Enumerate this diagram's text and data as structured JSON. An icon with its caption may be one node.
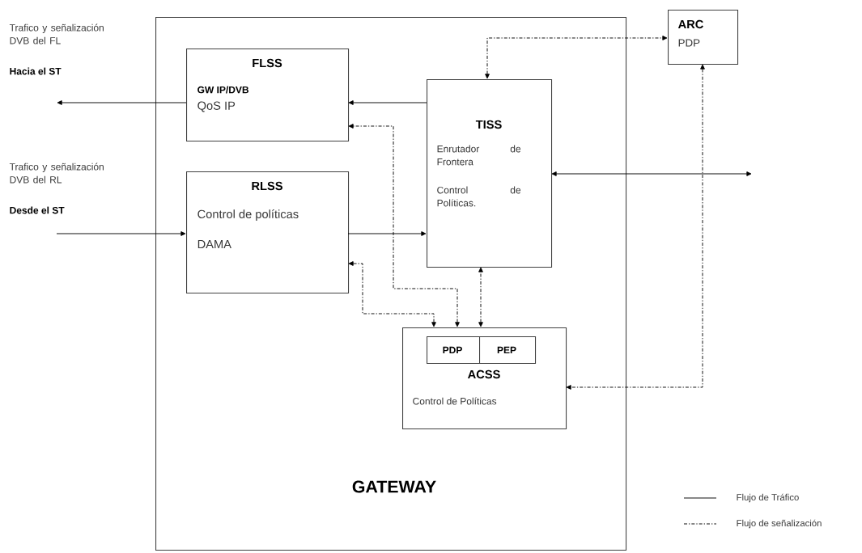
{
  "diagram": {
    "nodes": [
      {
        "text": [
          "GATEWAY"
        ]
      },
      {
        "text": [
          "FLSS",
          "GW IP/DVB",
          "QoS IP"
        ],
        "in": 0
      },
      {
        "text": [
          "RLSS",
          "Control de políticas",
          "DAMA"
        ],
        "in": 0
      },
      {
        "text": [
          "TISS",
          "Enrutador de Frontera",
          "Control de Políticas."
        ],
        "in": 0
      },
      {
        "text": [
          "ACSS",
          "Control de Políticas"
        ],
        "in": 0
      },
      {
        "text": [
          "PDP"
        ],
        "in": 4
      },
      {
        "text": [
          "PEP"
        ],
        "in": 4
      },
      {
        "text": [
          "ARC",
          "PDP"
        ]
      }
    ],
    "edges": [
      {
        "from": 1,
        "to": null,
        "arrow": "to"
      },
      {
        "from": 3,
        "to": 1,
        "arrow": "to"
      },
      {
        "from": null,
        "to": 2,
        "arrow": "to"
      },
      {
        "from": 2,
        "to": 3,
        "arrow": "to"
      },
      {
        "from": 3,
        "to": null,
        "arrow": "both"
      },
      {
        "from": 3,
        "to": 7,
        "arrow": "both",
        "style": "dashed"
      },
      {
        "from": 4,
        "to": 1,
        "arrow": "both",
        "style": "dashed"
      },
      {
        "from": 4,
        "to": 2,
        "arrow": "both",
        "style": "dashed"
      },
      {
        "from": 4,
        "to": 3,
        "arrow": "both",
        "style": "dashed"
      },
      {
        "from": 7,
        "to": 4,
        "arrow": "both",
        "style": "dashed"
      }
    ],
    "labels": [
      "Trafico y señalización DVB del FL",
      "Hacia el ST",
      "Trafico y señalización DVB del RL",
      "Desde el ST"
    ],
    "legend": [
      {
        "text": "Flujo de Tráfico"
      },
      {
        "text": "Flujo de señalización"
      }
    ]
  }
}
